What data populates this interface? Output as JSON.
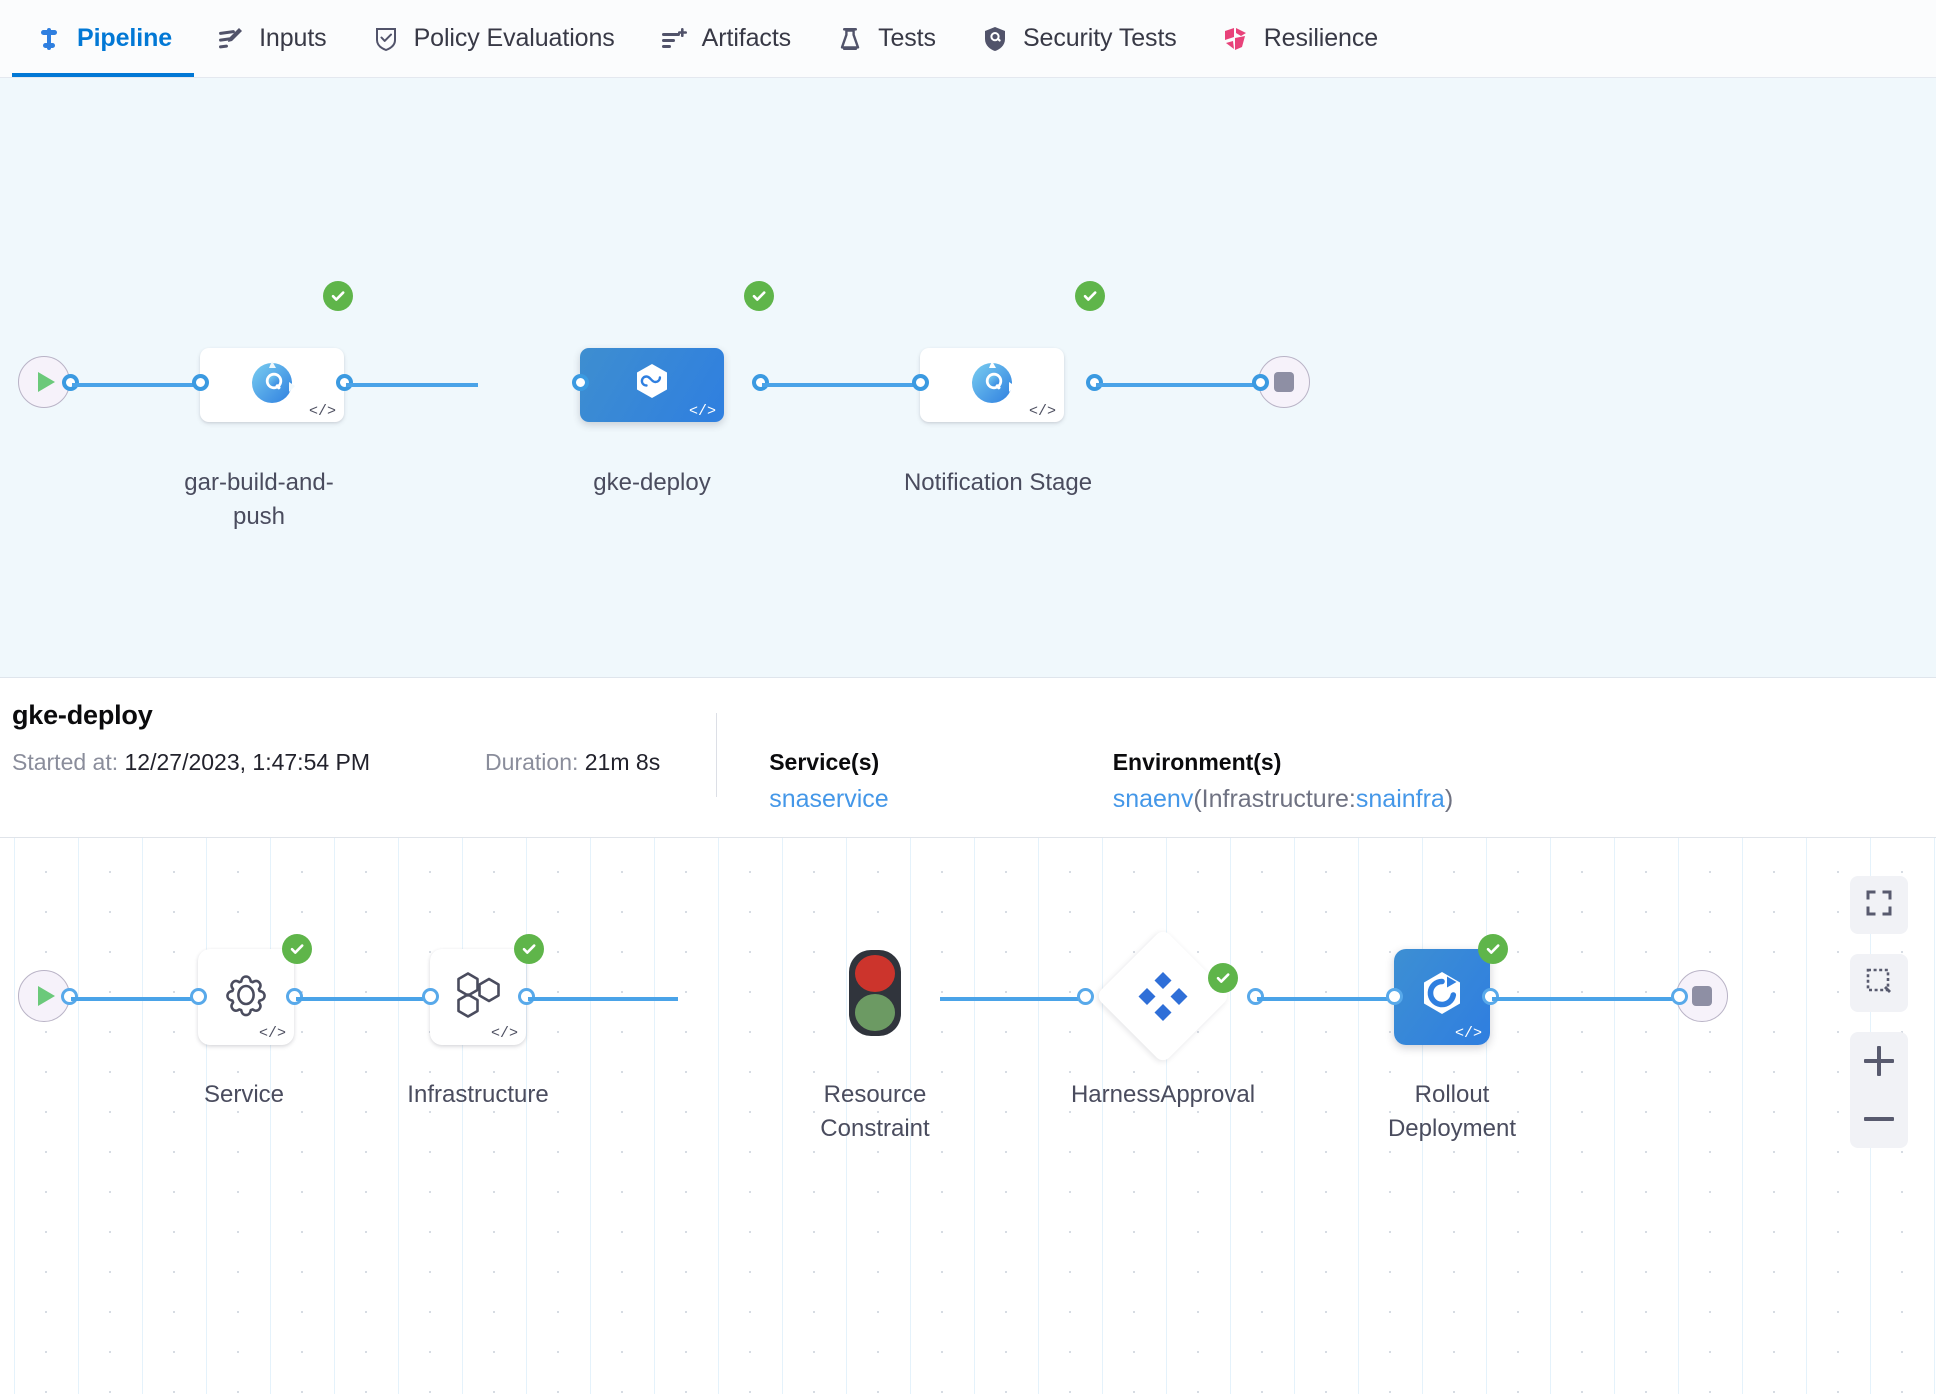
{
  "tabs": [
    {
      "label": "Pipeline",
      "icon": "pipeline-icon",
      "active": true
    },
    {
      "label": "Inputs",
      "icon": "inputs-icon",
      "active": false
    },
    {
      "label": "Policy Evaluations",
      "icon": "policy-shield-check-icon",
      "active": false
    },
    {
      "label": "Artifacts",
      "icon": "artifacts-list-plus-icon",
      "active": false
    },
    {
      "label": "Tests",
      "icon": "flask-icon",
      "active": false
    },
    {
      "label": "Security Tests",
      "icon": "shield-scan-icon",
      "active": false
    },
    {
      "label": "Resilience",
      "icon": "resilience-icon",
      "active": false
    }
  ],
  "stage_graph": {
    "start_node": "pipeline-start",
    "end_node": "pipeline-end",
    "stages": [
      {
        "name": "gar-build-and-push",
        "icon": "ci-build-icon",
        "status": "success",
        "selected": false,
        "has_code": true
      },
      {
        "name": "gke-deploy",
        "icon": "harness-cd-icon",
        "status": "success",
        "selected": true,
        "has_code": true
      },
      {
        "name": "Notification Stage",
        "icon": "ci-build-icon",
        "status": "success",
        "selected": false,
        "has_code": true
      }
    ]
  },
  "details": {
    "title": "gke-deploy",
    "started_key": "Started at:",
    "started_value": "12/27/2023, 1:47:54 PM",
    "duration_key": "Duration:",
    "duration_value": "21m 8s",
    "service_head": "Service(s)",
    "service_value": "snaservice",
    "environment_head": "Environment(s)",
    "environment_name": "snaenv",
    "environment_infra_prefix": "(Infrastructure:",
    "environment_infra_name": "snainfra",
    "environment_infra_suffix": ")"
  },
  "step_graph": {
    "start_node": "stage-start",
    "end_node": "stage-end",
    "steps": [
      {
        "name": "Service",
        "icon": "gear-icon",
        "status": "success",
        "selected": false,
        "shape": "rounded",
        "has_code": true
      },
      {
        "name": "Infrastructure",
        "icon": "hexagon-cluster-icon",
        "status": "success",
        "selected": false,
        "shape": "rounded",
        "has_code": true
      },
      {
        "name": "Resource Constraint",
        "icon": "traffic-light-icon",
        "status": "none",
        "selected": false,
        "shape": "bare",
        "has_code": false
      },
      {
        "name": "HarnessApproval",
        "icon": "approval-diamond-icon",
        "status": "success",
        "selected": false,
        "shape": "diamond",
        "has_code": false
      },
      {
        "name": "Rollout Deployment",
        "icon": "rollout-deployment-icon",
        "status": "success",
        "selected": true,
        "shape": "rounded",
        "has_code": true
      }
    ]
  },
  "zoom_controls": [
    {
      "name": "fit-to-screen-button",
      "icon": "expand-corners-icon"
    },
    {
      "name": "select-region-button",
      "icon": "dashed-square-icon"
    },
    {
      "name": "zoom-in-button",
      "icon": "plus-icon"
    },
    {
      "name": "zoom-out-button",
      "icon": "minus-icon"
    }
  ],
  "colors": {
    "accent_blue": "#0278d5",
    "link_blue": "#4497e8",
    "success_green": "#5fb54a",
    "connector_blue": "#3b9ae1",
    "canvas_top_bg": "#f0f8fc",
    "resilience_pink": "#e8427a"
  }
}
